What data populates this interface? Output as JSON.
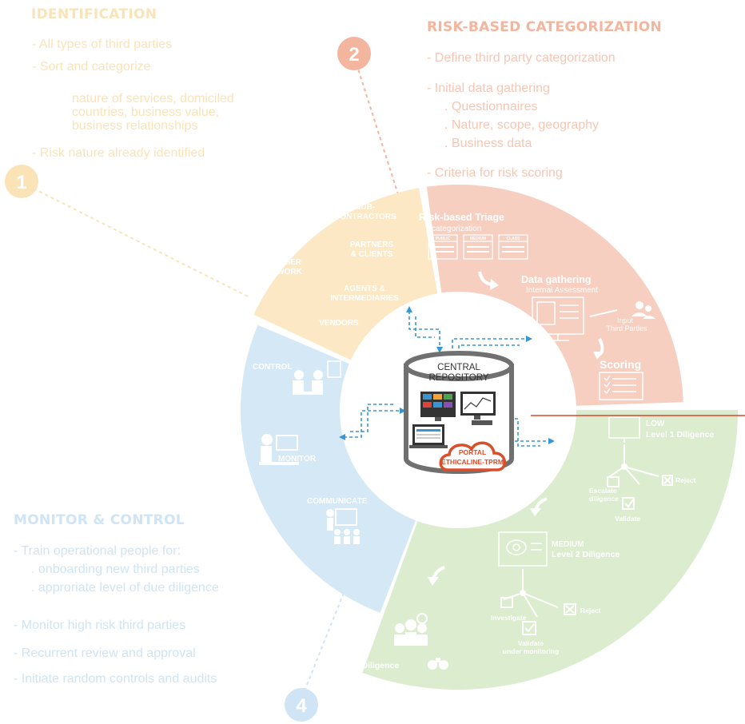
{
  "colors": {
    "identification": "#fce8c4",
    "identification_text": "#fbe3b8",
    "categorization": "#f6cfc1",
    "categorization_text": "#f7c6b2",
    "categorization_heading": "#f3b59e",
    "monitor": "#d4e8f6",
    "monitor_text": "#cfe4f5",
    "diligence": "#dcedcf",
    "portal": "#d94f2b",
    "arrow": "#3a95d3",
    "red_line": "#d9462b"
  },
  "steps": [
    {
      "number": "1"
    },
    {
      "number": "2"
    },
    {
      "number": "4"
    }
  ],
  "identification": {
    "title": "IDENTIFICATION",
    "bullets": [
      "- All types of third parties",
      "- Sort and categorize",
      "nature of services, domiciled",
      "countries, business value,",
      "business relationships",
      "- Risk nature already identified"
    ]
  },
  "categorization": {
    "title": "RISK-BASED CATEGORIZATION",
    "bullets": [
      "- Define third party categorization",
      "- Initial data gathering",
      ". Questionnaires",
      ". Nature, scope, geography",
      ". Business data",
      "- Criteria for risk scoring"
    ]
  },
  "monitor_control": {
    "title": "MONITOR & CONTROL",
    "bullets": [
      "- Train operational people for:",
      ". onboarding new third parties",
      ". approriate level of due diligence",
      "- Monitor high risk third parties",
      "- Recurrent review and approval",
      "- Initiate random controls and audits"
    ]
  },
  "supplier_wedge": {
    "network_line1": "SUPPLIER",
    "network_line2": "NETWORK",
    "sub_line1": "SUB-",
    "sub_line2": "CONTRACTORS",
    "partners_line1": "PARTNERS",
    "partners_line2": "& CLIENTS",
    "agents_line1": "AGENTS &",
    "agents_line2": "INTERMEDIARIES",
    "vendors": "VENDORS"
  },
  "triage_wedge": {
    "triage_title": "Risk-based Triage",
    "triage_sub": "categorization",
    "card_labels": [
      "PUBLIC",
      "MEDIUM",
      "CLASS"
    ],
    "data_title": "Data gathering",
    "data_sub": "Internal Assessment",
    "input_line1": "Input",
    "input_line2": "Third Parties",
    "scoring": "Scoring"
  },
  "monitor_wedge": {
    "control": "CONTROL",
    "monitor": "MONITOR",
    "communicate": "COMMUNICATE"
  },
  "diligence_wedge": {
    "low_title": "LOW",
    "low_sub": "Level 1 Diligence",
    "escalate_line1": "Escalate",
    "escalate_line2": "diligence",
    "reject_low": "Reject",
    "validate_low": "Validate",
    "medium_title": "MEDIUM",
    "medium_sub": "Level 2 Diligence",
    "investigate": "Investigate",
    "reject_medium": "Reject",
    "validate_medium_line1": "Validate",
    "validate_medium_line2": "under monitoring",
    "high_title": "HIGH",
    "high_sub": "Level 3 Diligence"
  },
  "center": {
    "repo_line1": "CENTRAL",
    "repo_line2": "REPOSITORY",
    "portal_line1": "PORTAL",
    "portal_line2": "ETHICALINE-TPRM"
  }
}
